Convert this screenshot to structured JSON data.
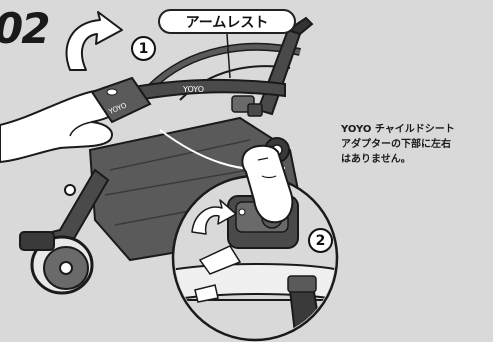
{
  "step": {
    "number": "02"
  },
  "callout": {
    "label": "アームレスト"
  },
  "badges": {
    "first": "1",
    "second": "2"
  },
  "note": {
    "lines": [
      "YOYO チャイルドシート",
      "アダプターの下部に左右",
      "はありません。"
    ]
  },
  "product": {
    "brand_mark": "YOYO"
  },
  "colors": {
    "background": "#d9d9d9",
    "line": "#1a1a1a",
    "frame": "#4a4a4a",
    "fabric": "#5a5a5a",
    "hand": "#ffffff"
  }
}
